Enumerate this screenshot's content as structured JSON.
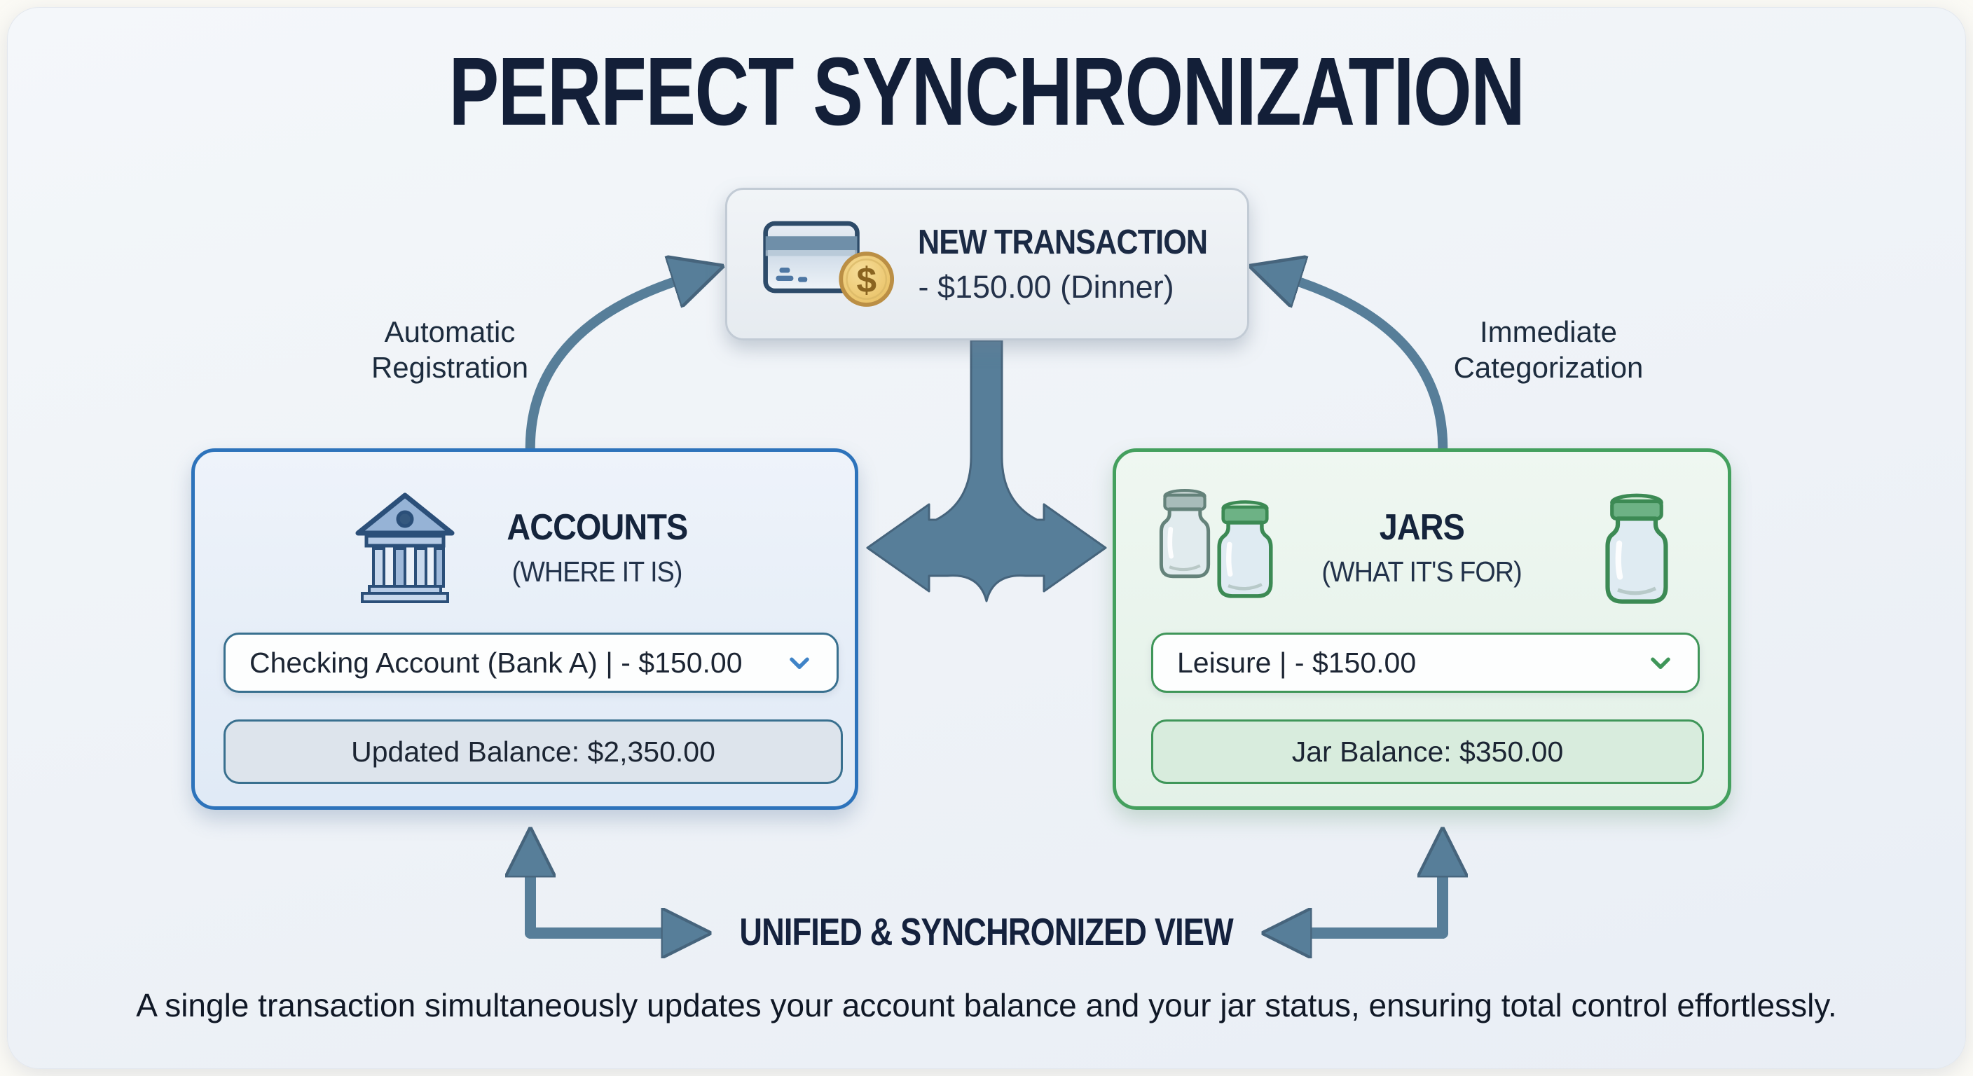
{
  "title": "PERFECT SYNCHRONIZATION",
  "transaction": {
    "title": "NEW TRANSACTION",
    "detail": "- $150.00 (Dinner)"
  },
  "flow": {
    "left_arrow_label": "Automatic\nRegistration",
    "right_arrow_label": "Immediate\nCategorization",
    "unified_label": "UNIFIED & SYNCHRONIZED VIEW"
  },
  "accounts": {
    "title": "ACCOUNTS",
    "subtitle": "(WHERE IT IS)",
    "dropdown_value": "Checking Account (Bank A) | - $150.00",
    "balance_label": "Updated Balance: $2,350.00",
    "accent_color": "#2d73bb"
  },
  "jars": {
    "title": "JARS",
    "subtitle": "(WHAT IT'S FOR)",
    "dropdown_value": "Leisure | - $150.00",
    "balance_label": "Jar Balance: $350.00",
    "accent_color": "#44a05e"
  },
  "caption": "A single transaction simultaneously updates your account balance and your jar status, ensuring total control effortlessly.",
  "colors": {
    "arrow": "#577e99",
    "title_text": "#131f38",
    "coin_gold": "#eec76f"
  }
}
